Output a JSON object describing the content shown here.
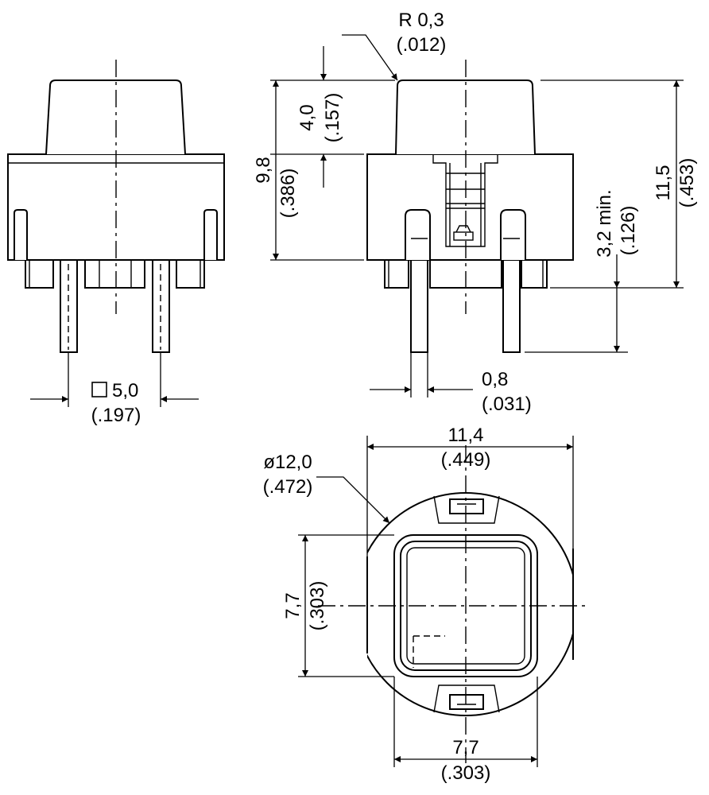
{
  "dimensions": {
    "radius": {
      "metric": "R 0,3",
      "imperial": "(.012)"
    },
    "cap_height": {
      "metric": "4,0",
      "imperial": "(.157)"
    },
    "body_height": {
      "metric": "9,8",
      "imperial": "(.386)"
    },
    "total_height": {
      "metric": "11,5",
      "imperial": "(.453)"
    },
    "pin_length": {
      "metric": "3,2 min.",
      "imperial": "(.126)"
    },
    "pin_width": {
      "metric": "0,8",
      "imperial": "(.031)"
    },
    "pin_spacing": {
      "metric": "5,0",
      "imperial": "(.197)"
    },
    "diameter": {
      "metric": "ø12,0",
      "imperial": "(.472)"
    },
    "body_width": {
      "metric": "11,4",
      "imperial": "(.449)"
    },
    "cap_side_v": {
      "metric": "7,7",
      "imperial": "(.303)"
    },
    "cap_side_h": {
      "metric": "7,7",
      "imperial": "(.303)"
    }
  }
}
